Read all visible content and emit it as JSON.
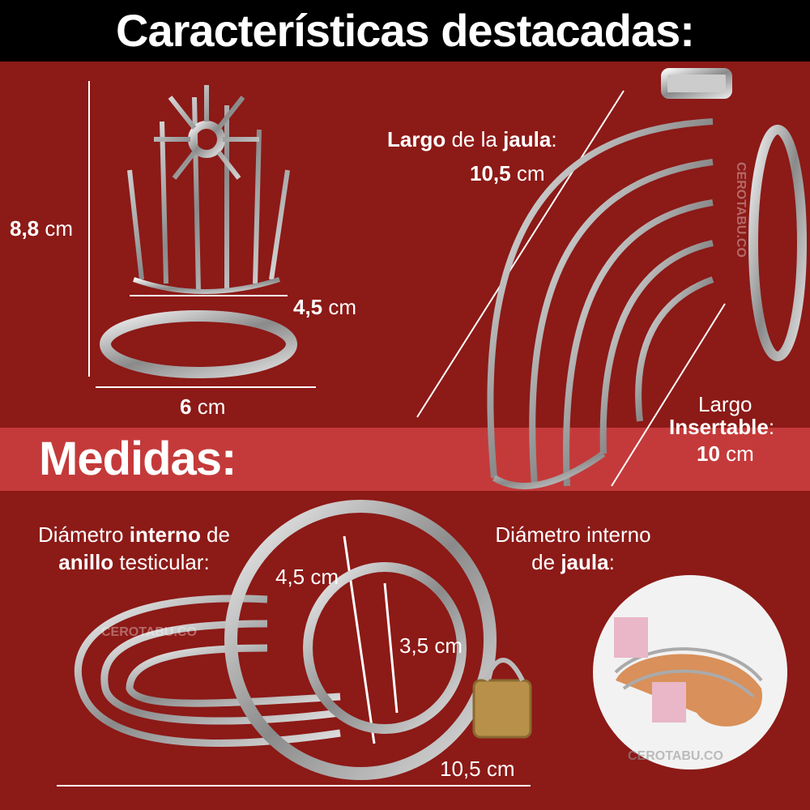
{
  "header": {
    "title": "Características destacadas:"
  },
  "section": {
    "title": "Medidas:"
  },
  "labels": {
    "height": {
      "value": "8,8",
      "unit": " cm"
    },
    "top_width": {
      "value": "4,5",
      "unit": " cm"
    },
    "base_width": {
      "value": "6",
      "unit": " cm"
    },
    "cage_length": {
      "line1_a": "Largo",
      "line1_b": " de la ",
      "line1_c": "jaula",
      ":": ":",
      "value": "10,5",
      "unit": " cm"
    },
    "insertable": {
      "line1": "Largo",
      "line2": "Insertable",
      "colon": ":",
      "value": "10",
      "unit": " cm"
    },
    "ring_diameter": {
      "a": "Diámetro ",
      "b": "interno",
      "c": " de",
      "d": "anillo",
      "e": " testicular:"
    },
    "cage_diameter": {
      "a": "Diámetro interno",
      "b": "de ",
      "c": "jaula",
      "d": ":"
    },
    "ring_value": "4,5 cm",
    "cage_value": "3,5 cm",
    "bottom_length": "10,5 cm"
  },
  "watermarks": [
    "CEROTABU.CO",
    "CEROTABU.CO",
    "CEROTABU.CO"
  ],
  "colors": {
    "background": "#8c1a17",
    "band": "#c43a3a",
    "header": "#000000"
  }
}
